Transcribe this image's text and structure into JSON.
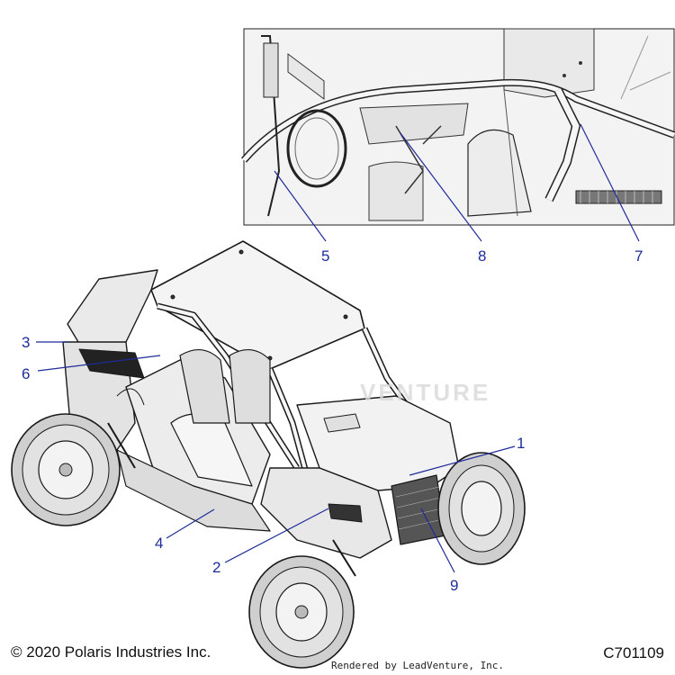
{
  "diagram": {
    "callouts": [
      {
        "id": "1",
        "label": "1"
      },
      {
        "id": "2",
        "label": "2"
      },
      {
        "id": "3",
        "label": "3"
      },
      {
        "id": "4",
        "label": "4"
      },
      {
        "id": "5",
        "label": "5"
      },
      {
        "id": "6",
        "label": "6"
      },
      {
        "id": "7",
        "label": "7"
      },
      {
        "id": "8",
        "label": "8"
      },
      {
        "id": "9",
        "label": "9"
      }
    ],
    "watermark_text": "VENTURE"
  },
  "footer": {
    "copyright": "© 2020 Polaris Industries Inc.",
    "part_code": "C701109",
    "rendered_by": "Rendered by LeadVenture, Inc."
  },
  "colors": {
    "callout": "#1f2b9a",
    "line_art": "#1a1a1a",
    "inset_fill": "#f2f2f2"
  }
}
